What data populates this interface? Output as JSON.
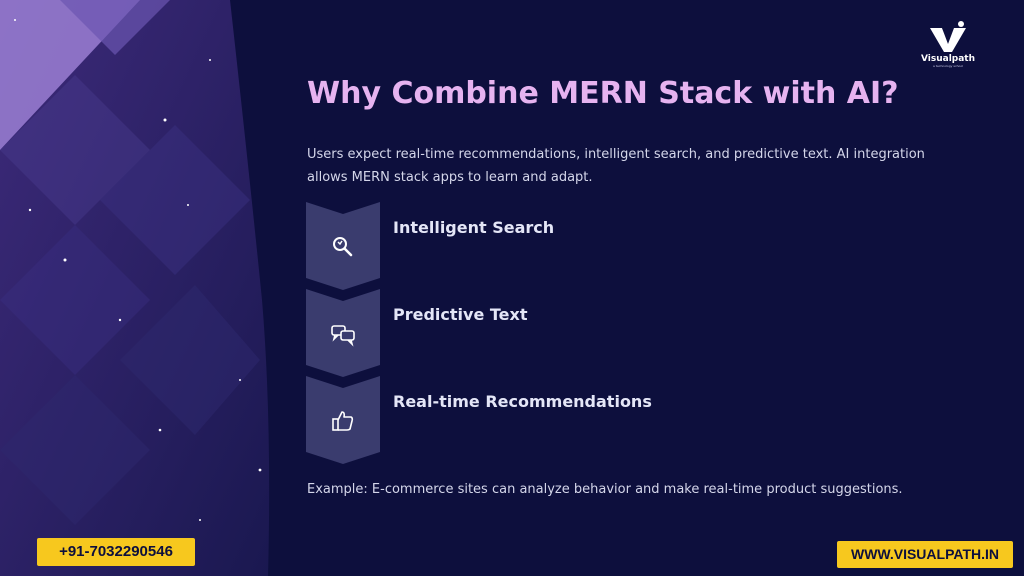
{
  "brand": {
    "logo_text": "Visualpath",
    "logo_sub": "a technology school",
    "logo_icon": "visualpath-v-icon",
    "accent": "#f7c81e",
    "title_color": "#e6b3f0",
    "background": "#0d0f3d"
  },
  "slide": {
    "title": "Why Combine MERN Stack with AI?",
    "intro": "Users expect real-time recommendations, intelligent search, and predictive text. AI integration allows MERN stack apps to learn and adapt.",
    "features": [
      {
        "label": "Intelligent Search",
        "icon": "search-icon"
      },
      {
        "label": "Predictive Text",
        "icon": "chat-bubbles-icon"
      },
      {
        "label": "Real-time Recommendations",
        "icon": "thumbs-up-icon"
      }
    ],
    "example": "Example: E-commerce sites can analyze behavior and make real-time product suggestions."
  },
  "footer": {
    "phone": "+91-7032290546",
    "website": "WWW.VISUALPATH.IN"
  }
}
